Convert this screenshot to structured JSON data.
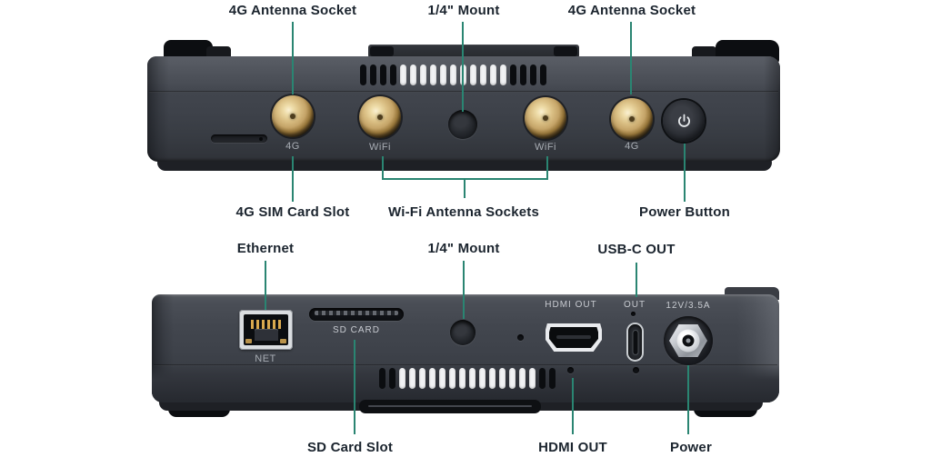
{
  "colors": {
    "background": "#ffffff",
    "callout_line": "#2a8572",
    "label_text": "#1b242e",
    "device_body": "#3f434b",
    "device_label_text": "#a8adb4",
    "antenna_gold": "#d3b274"
  },
  "top_view": {
    "labels_above": [
      {
        "text": "4G Antenna Socket"
      },
      {
        "text": "1/4\" Mount"
      },
      {
        "text": "4G Antenna Socket"
      }
    ],
    "labels_below": [
      {
        "text": "4G SIM Card Slot"
      },
      {
        "text": "Wi-Fi Antenna Sockets"
      },
      {
        "text": "Power Button"
      }
    ],
    "device_labels": {
      "socket_4g_left": "4G",
      "socket_wifi_left": "WiFi",
      "socket_wifi_right": "WiFi",
      "socket_4g_right": "4G"
    }
  },
  "bottom_view": {
    "labels_above": [
      {
        "text": "Ethernet"
      },
      {
        "text": "1/4\" Mount"
      },
      {
        "text": "USB-C OUT"
      }
    ],
    "labels_below": [
      {
        "text": "SD Card Slot"
      },
      {
        "text": "HDMI OUT"
      },
      {
        "text": "Power"
      }
    ],
    "device_labels": {
      "ethernet": "NET",
      "sd_card": "SD CARD",
      "hdmi": "HDMI OUT",
      "usb_c": "OUT",
      "power": "12V/3.5A"
    }
  }
}
